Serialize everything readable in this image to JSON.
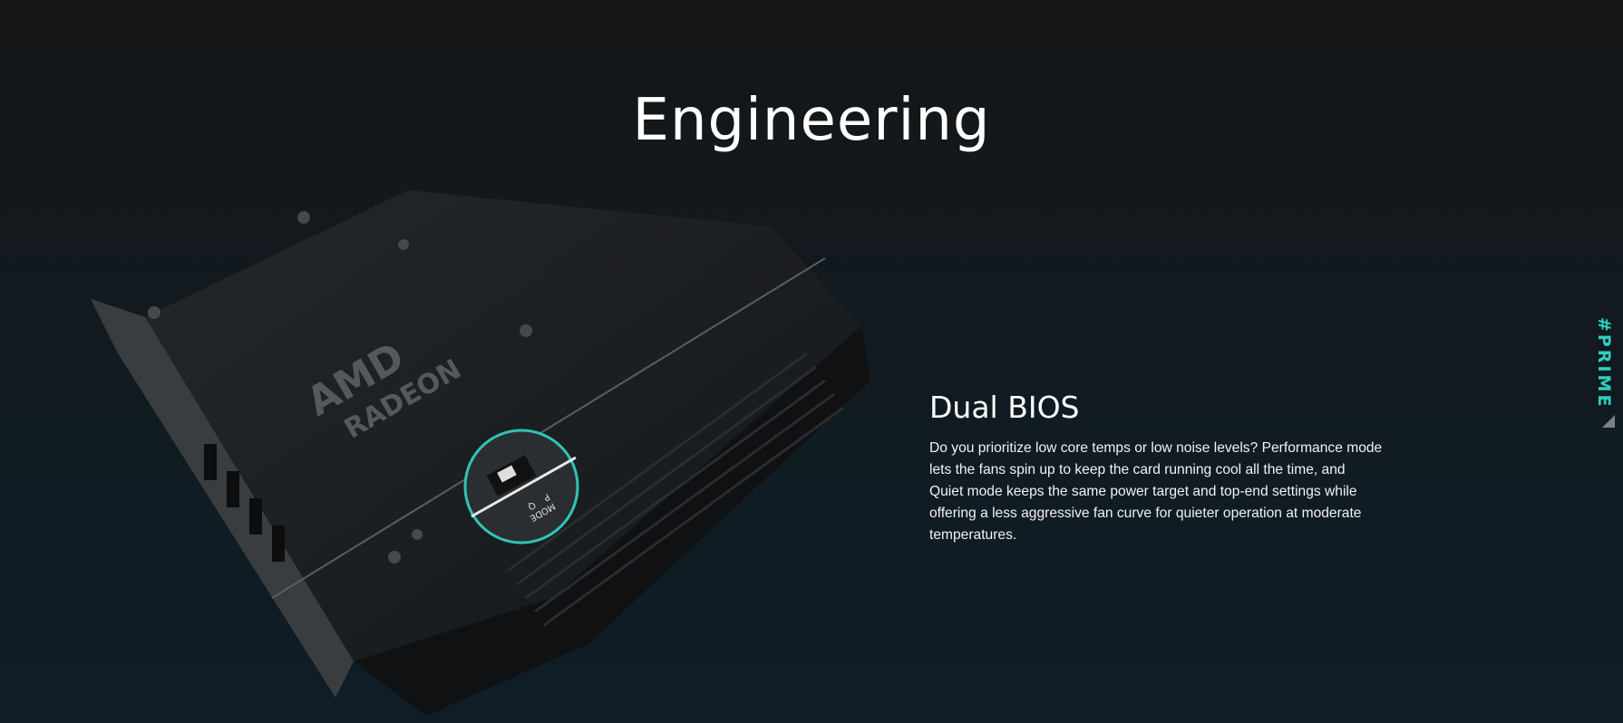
{
  "section": {
    "title": "Engineering"
  },
  "feature": {
    "heading": "Dual BIOS",
    "body": "Do you prioritize low core temps or low noise levels? Performance mode lets the fans spin up to keep the card running cool all the time, and Quiet mode keeps the same power target and top-end settings while offering a less aggressive fan curve for quieter operation at moderate temperatures."
  },
  "side_tag": {
    "label": "#PRIME"
  },
  "product_image": {
    "brand_lines": [
      "AMD",
      "RADEON"
    ],
    "switch_label": "MODE",
    "switch_options": [
      "P",
      "Q"
    ]
  },
  "colors": {
    "accent": "#2fd0c0",
    "background_top": "#151617",
    "background_bottom": "#0e1d27"
  }
}
